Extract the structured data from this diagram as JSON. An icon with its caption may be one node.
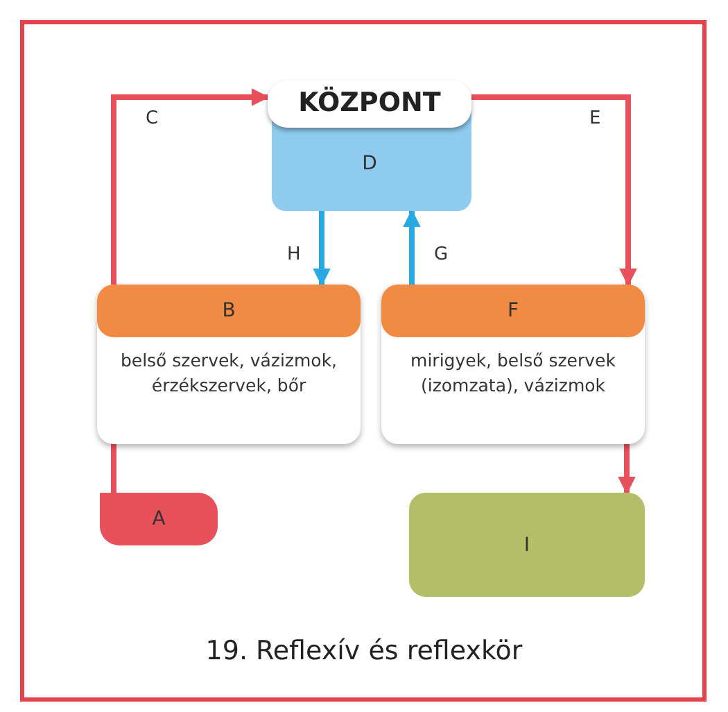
{
  "diagram": {
    "caption": "19. Reflexív és reflexkör",
    "nodes": [
      {
        "text": [
          "KÖZPONT",
          "D"
        ]
      },
      {
        "text": [
          "B",
          "belső szervek, vázizmok, érzékszervek, bőr"
        ]
      },
      {
        "text": [
          "F",
          "mirigyek, belső szervek (izomzata), vázizmok"
        ]
      },
      {
        "text": [
          "A"
        ]
      },
      {
        "text": [
          "I"
        ]
      }
    ],
    "edges": [
      {
        "from": 3,
        "to": 1,
        "arrow": "to"
      },
      {
        "from": 1,
        "to": 0,
        "arrow": "to",
        "label": "C"
      },
      {
        "from": 0,
        "to": 2,
        "arrow": "to",
        "label": "E"
      },
      {
        "from": 0,
        "to": 1,
        "arrow": "to",
        "label": "H",
        "color": "#29a9e1"
      },
      {
        "from": 2,
        "to": 0,
        "arrow": "to",
        "label": "G",
        "color": "#29a9e1"
      },
      {
        "from": 2,
        "to": 4,
        "arrow": "to"
      }
    ]
  }
}
